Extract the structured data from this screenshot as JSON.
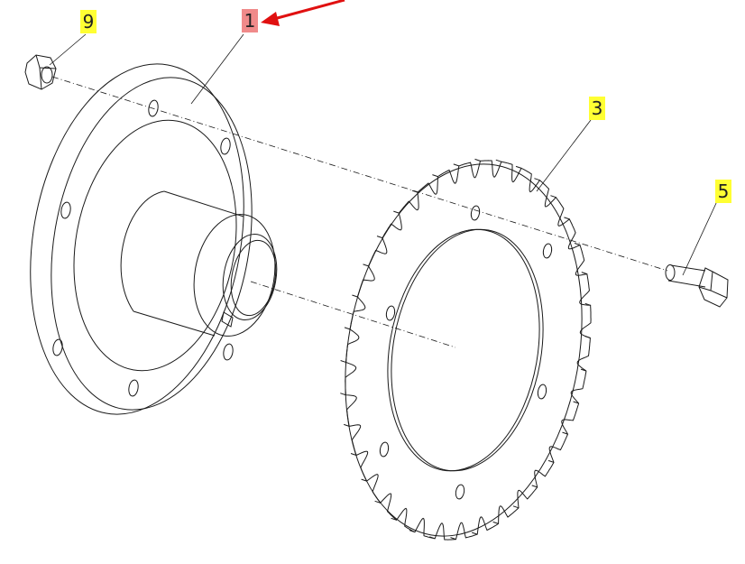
{
  "colors": {
    "line": "#1a1a1a",
    "highlight_yellow": "#ffff33",
    "highlight_red": "#f08a8a",
    "arrow_red": "#e01010"
  },
  "callouts": [
    {
      "label": "9",
      "highlight": "yellow",
      "part": "hex-nut"
    },
    {
      "label": "1",
      "highlight": "red",
      "part": "flanged-hub"
    },
    {
      "label": "3",
      "highlight": "yellow",
      "part": "sprocket"
    },
    {
      "label": "5",
      "highlight": "yellow",
      "part": "hex-bolt"
    }
  ],
  "sprocket": {
    "tooth_count": 36,
    "bolt_hole_count": 6
  },
  "hub": {
    "bolt_hole_count": 6
  }
}
